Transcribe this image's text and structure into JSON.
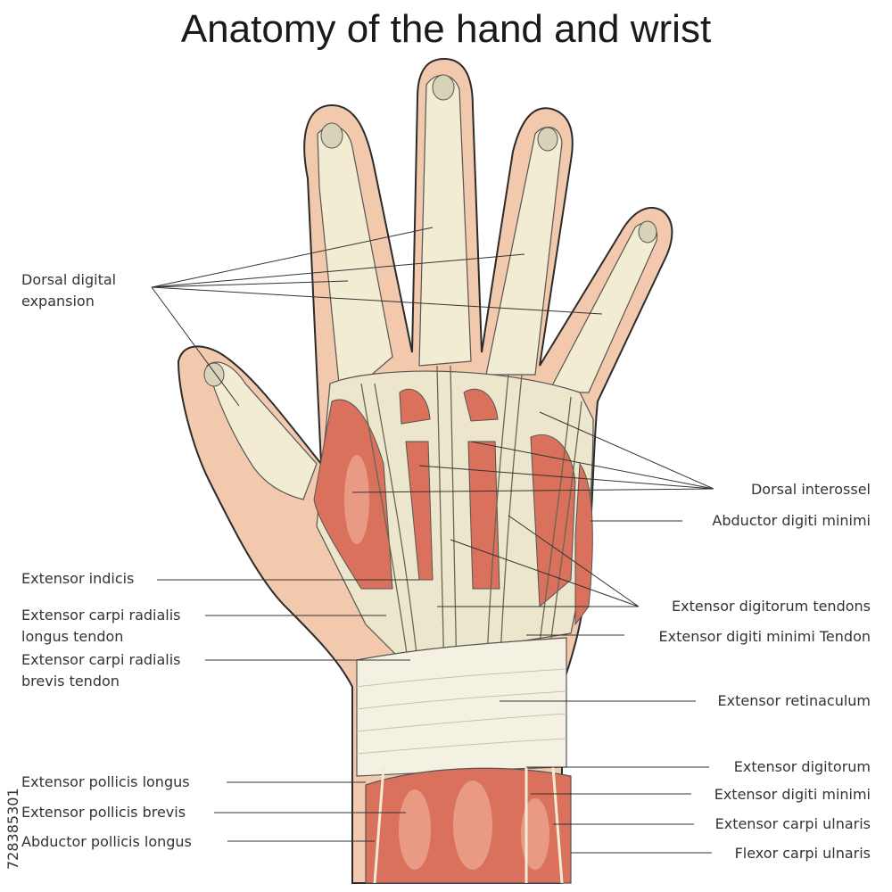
{
  "title": "Anatomy of the hand and wrist",
  "colors": {
    "skin": "#f3c9ae",
    "tendon": "#f2ecd2",
    "muscle": "#d9715d",
    "muscle_light": "#e99a85",
    "outline": "#2b2b2b",
    "line": "#333333"
  },
  "labels_left": [
    {
      "key": "dorsal_digital_expansion",
      "lines": [
        "Dorsal digital",
        "expansion"
      ]
    },
    {
      "key": "extensor_indicis",
      "lines": [
        "Extensor indicis"
      ]
    },
    {
      "key": "ecrl",
      "lines": [
        "Extensor carpi radialis",
        "longus tendon"
      ]
    },
    {
      "key": "ecrb",
      "lines": [
        "Extensor carpi radialis",
        "brevis tendon"
      ]
    },
    {
      "key": "epl",
      "lines": [
        "Extensor pollicis longus"
      ]
    },
    {
      "key": "epb",
      "lines": [
        "Extensor pollicis brevis"
      ]
    },
    {
      "key": "apl",
      "lines": [
        "Abductor pollicis longus"
      ]
    }
  ],
  "labels_right": [
    {
      "key": "dorsal_interossei",
      "lines": [
        "Dorsal interossel"
      ]
    },
    {
      "key": "abductor_digiti_minimi",
      "lines": [
        "Abductor digiti minimi"
      ]
    },
    {
      "key": "extensor_digitorum_tendons",
      "lines": [
        "Extensor digitorum tendons"
      ]
    },
    {
      "key": "edm_tendon",
      "lines": [
        "Extensor digiti minimi Tendon"
      ]
    },
    {
      "key": "extensor_retinaculum",
      "lines": [
        "Extensor retinaculum"
      ]
    },
    {
      "key": "extensor_digitorum",
      "lines": [
        "Extensor digitorum"
      ]
    },
    {
      "key": "extensor_digiti_minimi",
      "lines": [
        "Extensor digiti minimi"
      ]
    },
    {
      "key": "extensor_carpi_ulnaris",
      "lines": [
        "Extensor carpi ulnaris"
      ]
    },
    {
      "key": "flexor_carpi_ulnaris",
      "lines": [
        "Flexor carpi ulnaris"
      ]
    }
  ],
  "watermark_id": "728385301"
}
